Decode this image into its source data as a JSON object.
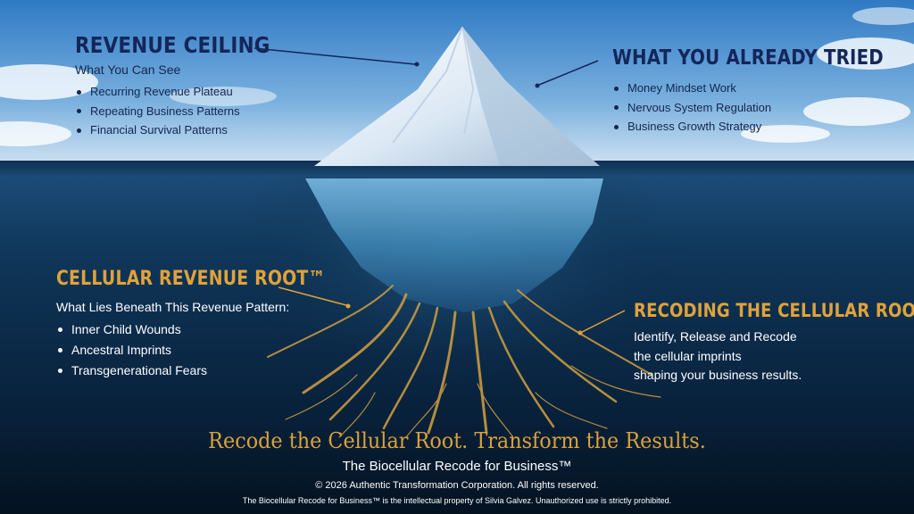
{
  "revenue_ceiling": {
    "heading": "REVENUE CEILING",
    "subheading": "What You Can See",
    "items": [
      {
        "label": "Recurring Revenue Plateau"
      },
      {
        "label": "Repeating Business Patterns"
      },
      {
        "label": "Financial Survival Patterns"
      }
    ]
  },
  "already_tried": {
    "heading": "WHAT YOU ALREADY TRIED",
    "items": [
      {
        "label": "Money Mindset Work"
      },
      {
        "label": "Nervous System Regulation"
      },
      {
        "label": "Business Growth Strategy"
      }
    ]
  },
  "cellular_root": {
    "heading": "CELLULAR REVENUE ROOT™",
    "subheading": "What Lies Beneath This Revenue Pattern:",
    "items": [
      {
        "label": "Inner Child Wounds"
      },
      {
        "label": "Ancestral Imprints"
      },
      {
        "label": "Transgenerational Fears"
      }
    ]
  },
  "recoding": {
    "heading": "RECODING THE CELLULAR ROOT",
    "lines": [
      "Identify, Release and Recode",
      "the cellular imprints",
      "shaping your business results."
    ]
  },
  "footer": {
    "tagline": "Recode the Cellular Root. Transform the Results.",
    "product": "The Biocellular Recode for Business™",
    "copyright": "© 2026 Authentic Transformation Corporation. All rights reserved.",
    "ip_notice": "The Biocellular Recode for Business™ is the intellectual property of Silvia Galvez. Unauthorized use is strictly prohibited."
  },
  "colors": {
    "navy_text": "#14265a",
    "gold_text": "#e0a23a",
    "tagline_gold": "#d9a23d",
    "sky_top": "#2d79c4",
    "deep_water": "#051628",
    "root_gold": "#c79a3f"
  }
}
